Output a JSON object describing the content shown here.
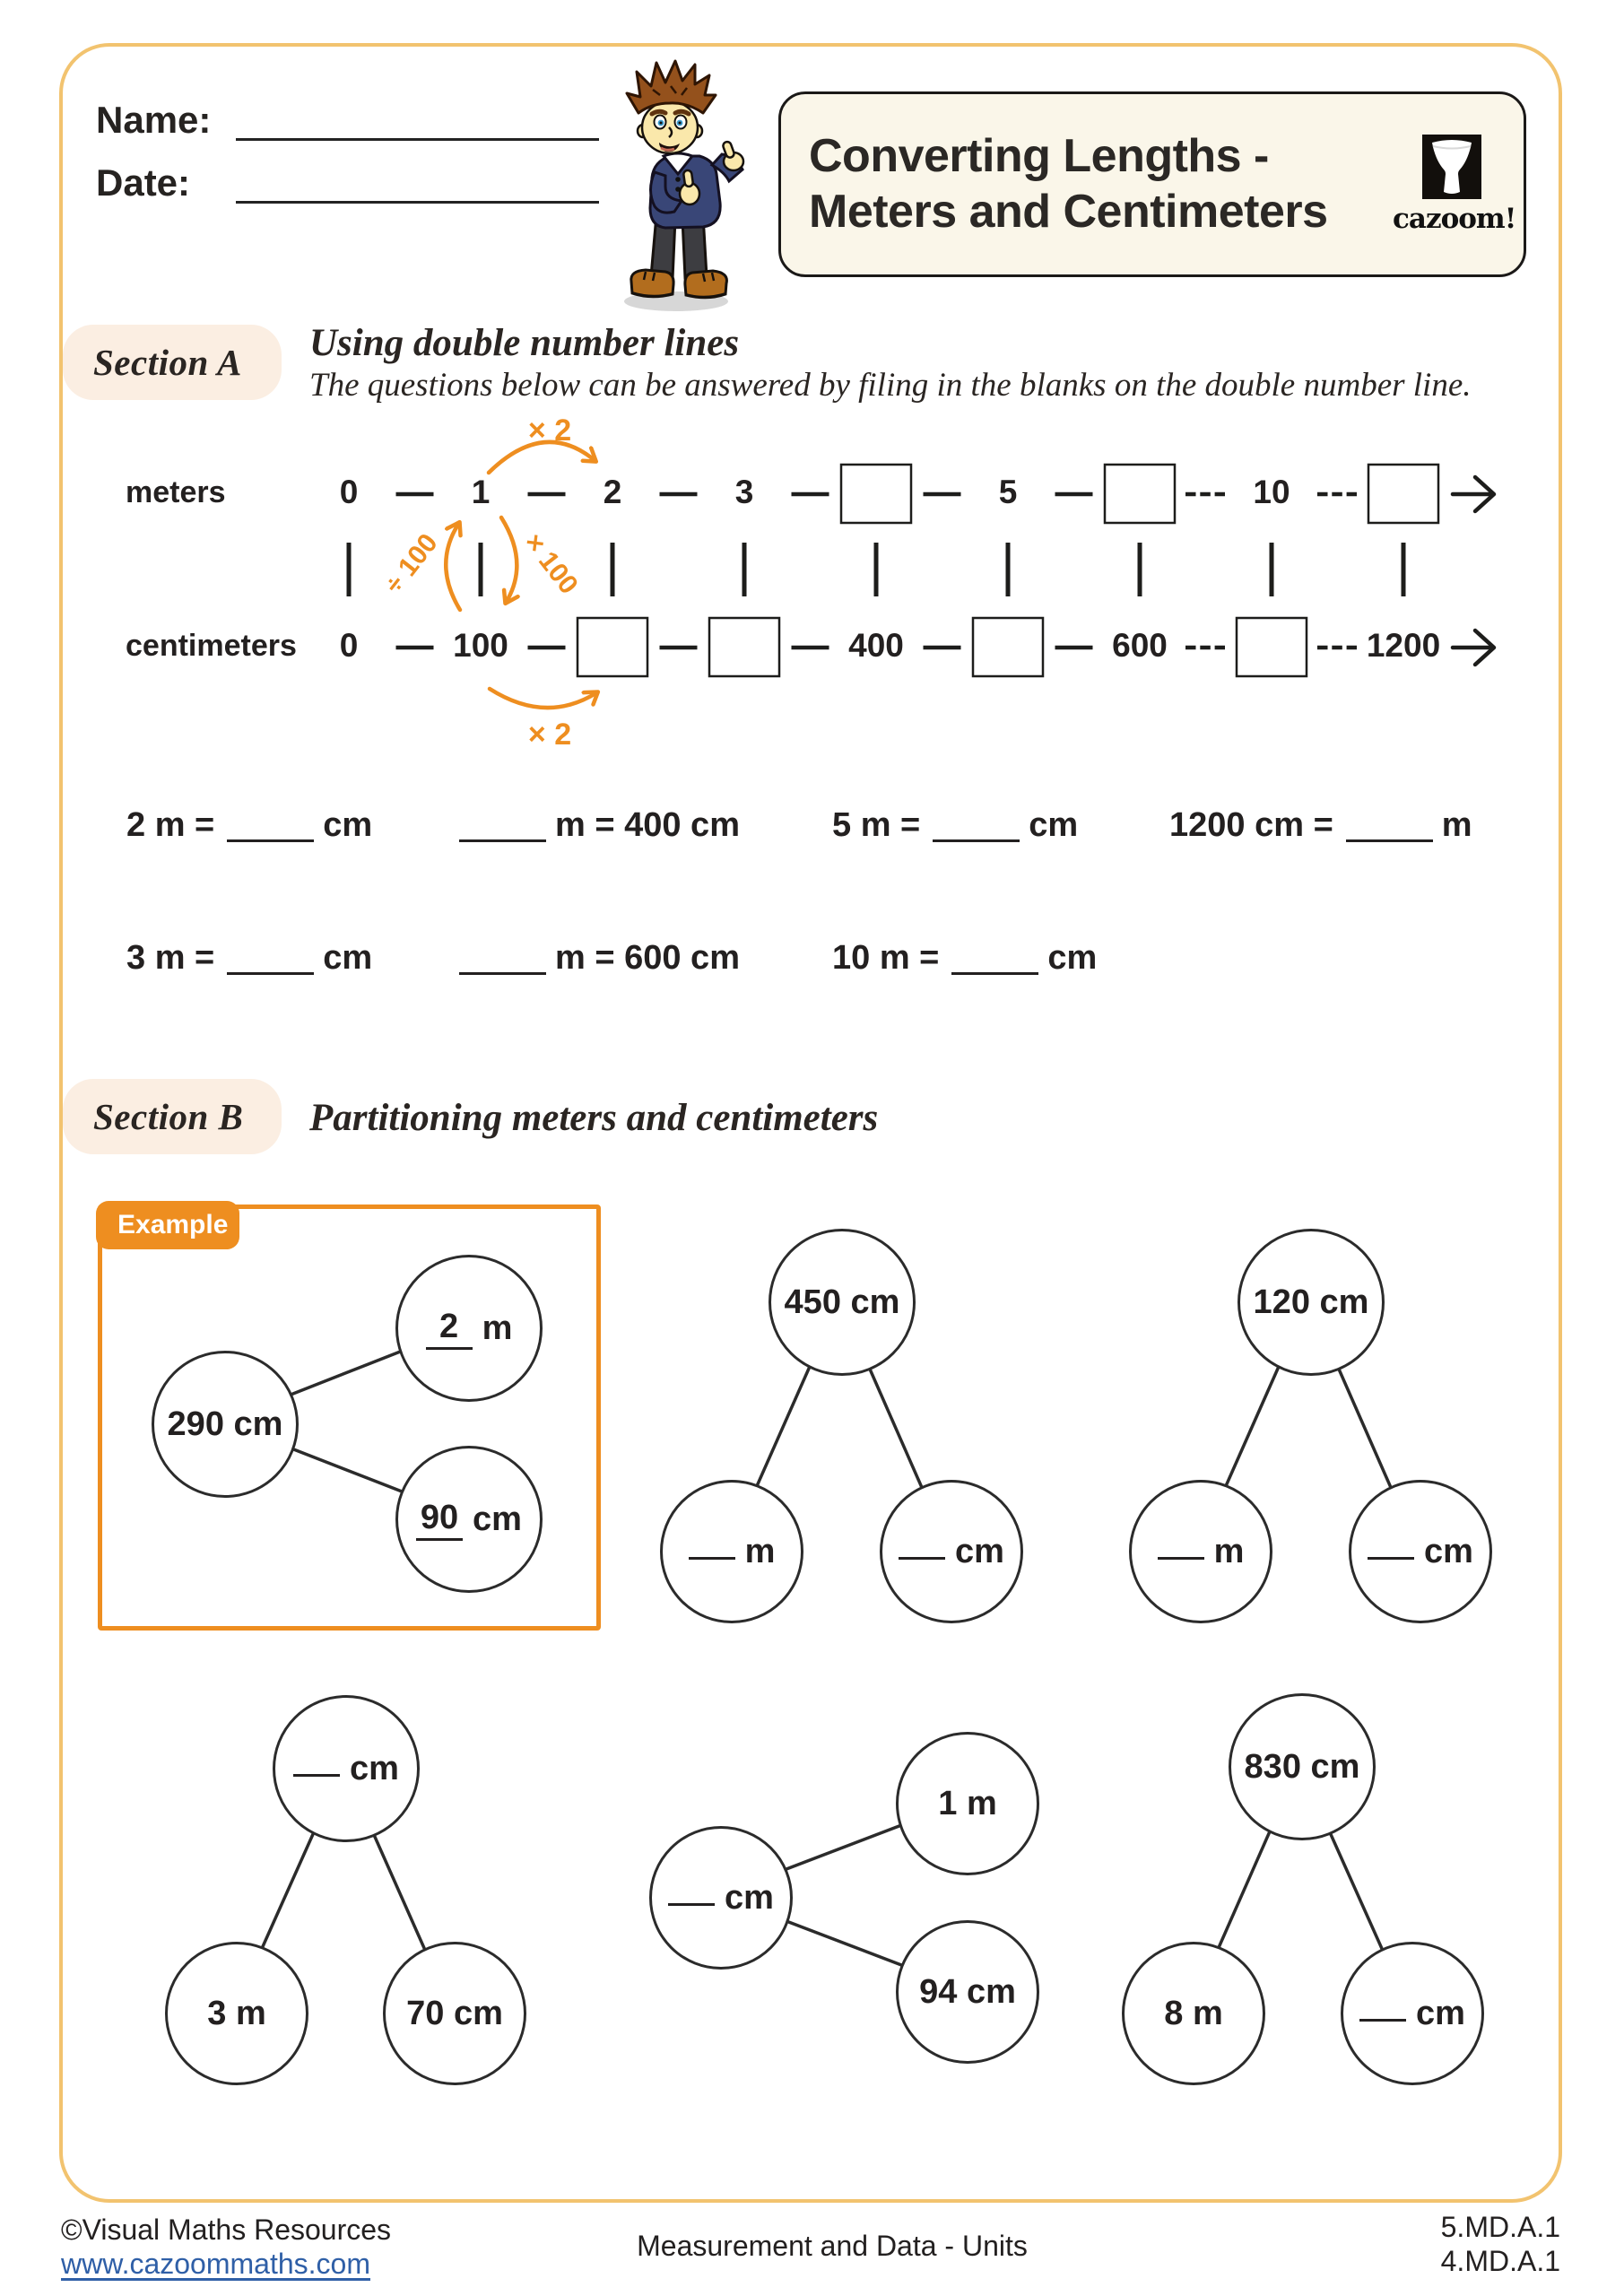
{
  "colors": {
    "frame_gold": "#F2C36F",
    "accent_orange": "#EE8E20",
    "pill_peach": "#FBEEE2",
    "title_box_cream": "#FAF6E9",
    "link_blue": "#2F5FA7",
    "ink": "#232020"
  },
  "header": {
    "name_label": "Name:",
    "date_label": "Date:",
    "title_line1": "Converting Lengths -",
    "title_line2": "Meters and Centimeters",
    "logo_text": "cazoom!",
    "mascot": "cartoon-schoolboy-thumbs-up"
  },
  "section_a": {
    "label": "Section A",
    "heading": "Using double number lines",
    "subheading": "The questions below can be answered by filing in the blanks on the double number line.",
    "number_line": {
      "meters_label": "meters",
      "centimeters_label": "centimeters",
      "meters_values": {
        "c0": "0",
        "c1": "1",
        "c2": "2",
        "c3": "3",
        "c5": "5",
        "c7": "10"
      },
      "centimeters_values": {
        "c0": "0",
        "c1": "100",
        "c4": "400",
        "c6": "600",
        "c8": "1200"
      },
      "multiply_two_top": "× 2",
      "divide_hundred": "÷ 100",
      "multiply_hundred": "× 100",
      "multiply_two_bottom": "× 2"
    },
    "equations": {
      "r1e1_left": "2 m =",
      "r1e1_right": "cm",
      "r1e2_right": "m = 400 cm",
      "r1e3_left": "5 m =",
      "r1e3_right": "cm",
      "r1e4_left": "1200 cm =",
      "r1e4_right": "m",
      "r2e1_left": "3 m =",
      "r2e1_right": "cm",
      "r2e2_right": "m = 600 cm",
      "r2e3_left": "10 m =",
      "r2e3_right": "cm"
    }
  },
  "section_b": {
    "label": "Section B",
    "heading": "Partitioning meters and centimeters",
    "example_tab": "Example",
    "example": {
      "whole": "290 cm",
      "part1_answer": "2",
      "part1_unit": "m",
      "part2_answer": "90",
      "part2_unit": "cm"
    },
    "diagrams": {
      "d450": {
        "whole": "450 cm",
        "part1_unit": "m",
        "part2_unit": "cm"
      },
      "d120": {
        "whole": "120 cm",
        "part1_unit": "m",
        "part2_unit": "cm"
      },
      "d370": {
        "whole_unit": "cm",
        "part1": "3 m",
        "part2": "70 cm"
      },
      "d194": {
        "whole_unit": "cm",
        "part1": "1 m",
        "part2": "94 cm"
      },
      "d830": {
        "whole": "830 cm",
        "part1": "8 m",
        "part2_unit": "cm"
      }
    }
  },
  "footer": {
    "copyright": "©Visual Maths Resources",
    "website": "www.cazoommaths.com",
    "center_text": "Measurement and Data - Units",
    "standard1": "5.MD.A.1",
    "standard2": "4.MD.A.1"
  }
}
